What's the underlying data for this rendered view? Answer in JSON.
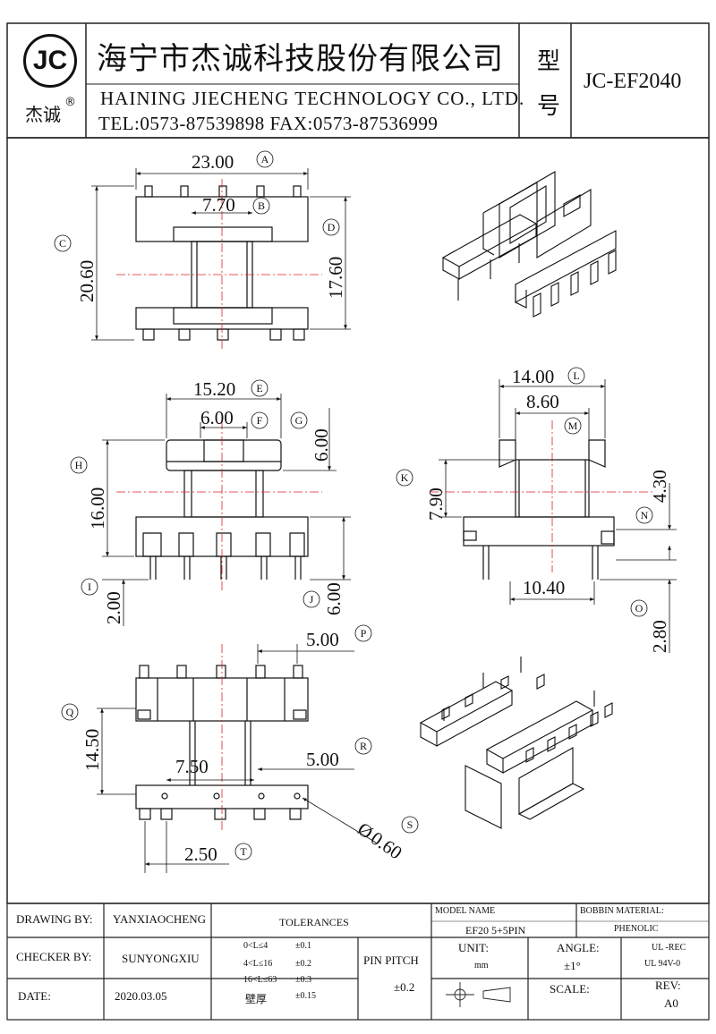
{
  "header": {
    "logo_text": "JC",
    "logo_cn": "杰诚",
    "logo_reg": "®",
    "company_cn": "海宁市杰诚科技股份有限公司",
    "company_en": "HAINING JIECHENG TECHNOLOGY CO., LTD.",
    "tel_fax": "TEL:0573-87539898   FAX:0573-87536999",
    "type_label_1": "型",
    "type_label_2": "号",
    "model_no": "JC-EF2040"
  },
  "dimensions": {
    "A": {
      "value": "23.00",
      "tag": "A"
    },
    "B": {
      "value": "7.70",
      "tag": "B"
    },
    "C": {
      "value": "20.60",
      "tag": "C"
    },
    "D": {
      "value": "17.60",
      "tag": "D"
    },
    "E": {
      "value": "15.20",
      "tag": "E"
    },
    "F": {
      "value": "6.00",
      "tag": "F"
    },
    "G": {
      "value": "6.00",
      "tag": "G"
    },
    "H": {
      "value": "16.00",
      "tag": "H"
    },
    "I": {
      "value": "2.00",
      "tag": "I"
    },
    "J": {
      "value": "6.00",
      "tag": "J"
    },
    "K": {
      "value": "7.90",
      "tag": "K"
    },
    "L": {
      "value": "14.00",
      "tag": "L"
    },
    "M": {
      "value": "8.60",
      "tag": "M"
    },
    "N": {
      "value": "4.30",
      "tag": "N"
    },
    "O": {
      "value": "2.80",
      "tag": "O"
    },
    "O2": {
      "value": "10.40"
    },
    "P": {
      "value": "5.00",
      "tag": "P"
    },
    "Q": {
      "value": "14.50",
      "tag": "Q"
    },
    "R": {
      "value": "5.00",
      "tag": "R"
    },
    "R2": {
      "value": "7.50"
    },
    "S": {
      "value": "0.60",
      "tag": "S",
      "prefix": "Ø"
    },
    "T": {
      "value": "2.50",
      "tag": "T"
    }
  },
  "title_block": {
    "drawing_by_label": "DRAWING  BY:",
    "drawing_by": "YANXIAOCHENG",
    "checker_by_label": "CHECKER  BY:",
    "checker_by": "SUNYONGXIU",
    "date_label": "DATE:",
    "date": "2020.03.05",
    "tolerances_label": "TOLERANCES",
    "tol_rows": [
      {
        "range": "0<L≤4",
        "tol": "±0.1"
      },
      {
        "range": "4<L≤16",
        "tol": "±0.2"
      },
      {
        "range": "16<L≤63",
        "tol": "±0.3"
      },
      {
        "range": "壁厚",
        "tol": "±0.15"
      }
    ],
    "pin_pitch_label": "PIN PITCH",
    "pin_pitch_tol": "±0.2",
    "model_name_label": "MODEL NAME",
    "model_name": "EF20 5+5PIN",
    "bobbin_material_label": "BOBBIN MATERIAL:",
    "bobbin_material": "PHENOLIC",
    "unit_label": "UNIT:",
    "unit": "mm",
    "angle_label": "ANGLE:",
    "angle": "±1°",
    "ul_1": "UL -REC",
    "ul_2": "UL  94V-0",
    "scale_label": "SCALE:",
    "rev_label": "REV:",
    "rev": "A0"
  }
}
